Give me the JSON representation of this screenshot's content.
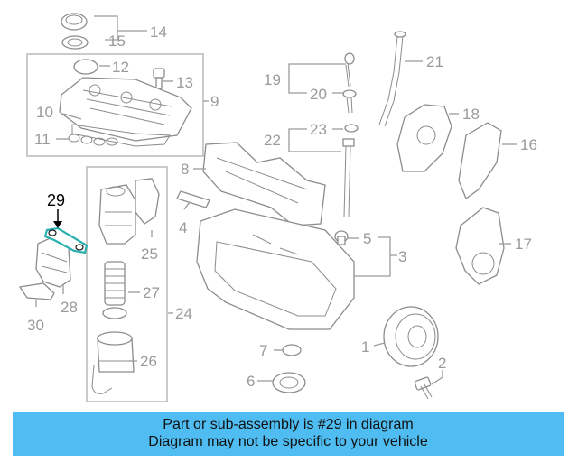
{
  "diagram": {
    "callouts": {
      "c1": "1",
      "c2": "2",
      "c3": "3",
      "c4": "4",
      "c5": "5",
      "c6": "6",
      "c7": "7",
      "c8": "8",
      "c9": "9",
      "c10": "10",
      "c11": "11",
      "c12": "12",
      "c13": "13",
      "c14": "14",
      "c15": "15",
      "c16": "16",
      "c17": "17",
      "c18": "18",
      "c19": "19",
      "c20": "20",
      "c21": "21",
      "c22": "22",
      "c23": "23",
      "c24": "24",
      "c25": "25",
      "c26": "26",
      "c27": "27",
      "c28": "28",
      "c29": "29",
      "c30": "30"
    },
    "highlight_part": "29",
    "highlight_color": "#2bb0b0",
    "line_color": "#9a9a9a"
  },
  "banner": {
    "line1": "Part or sub-assembly is #29 in diagram",
    "line2": "Diagram may not be specific to your vehicle",
    "color": "#50bdf2"
  }
}
